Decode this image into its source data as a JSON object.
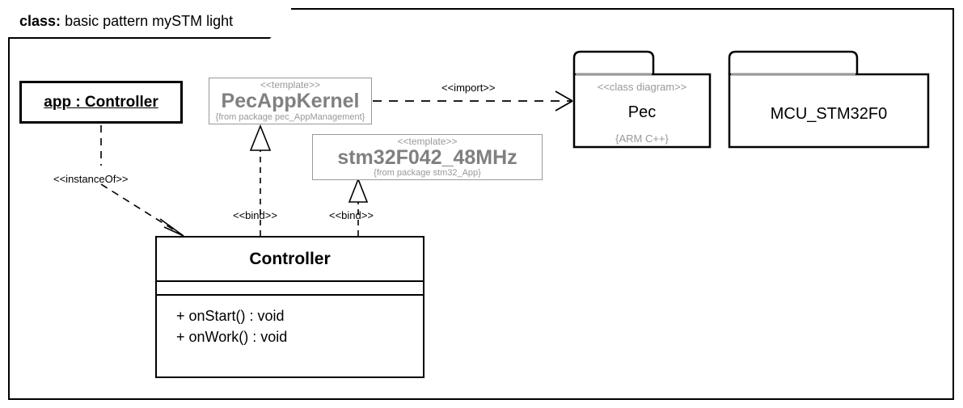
{
  "frame": {
    "keyword": "class:",
    "title": "basic pattern mySTM light"
  },
  "nodes": {
    "instance": {
      "name": "app : Controller",
      "kind": "object-instance"
    },
    "template_kernel": {
      "stereotype": "<<template>>",
      "name": "PecAppKernel",
      "package_note": "{from package pec_AppManagement}",
      "color": "#808080"
    },
    "template_stm32": {
      "stereotype": "<<template>>",
      "name": "stm32F042_48MHz",
      "package_note": "{from package stm32_App}",
      "color": "#808080"
    },
    "package_pec": {
      "stereotype": "<<class diagram>>",
      "name": "Pec",
      "note": "{ARM C++}"
    },
    "package_mcu": {
      "name": "MCU_STM32F0"
    },
    "class_controller": {
      "name": "Controller",
      "attributes": [],
      "operations": [
        "+ onStart() : void",
        "+ onWork() : void"
      ]
    }
  },
  "edges": {
    "instance_of": {
      "label": "<<instanceOf>>",
      "from": "app : Controller",
      "to": "Controller",
      "style": "dashed-open-arrow"
    },
    "bind_kernel": {
      "label": "<<bind>>",
      "from": "Controller",
      "to": "PecAppKernel",
      "style": "dashed-hollow-triangle"
    },
    "bind_stm32": {
      "label": "<<bind>>",
      "from": "Controller",
      "to": "stm32F042_48MHz",
      "style": "dashed-hollow-triangle"
    },
    "import": {
      "label": "<<import>>",
      "from": "PecAppKernel",
      "to": "Pec",
      "style": "dashed-open-arrow"
    }
  }
}
